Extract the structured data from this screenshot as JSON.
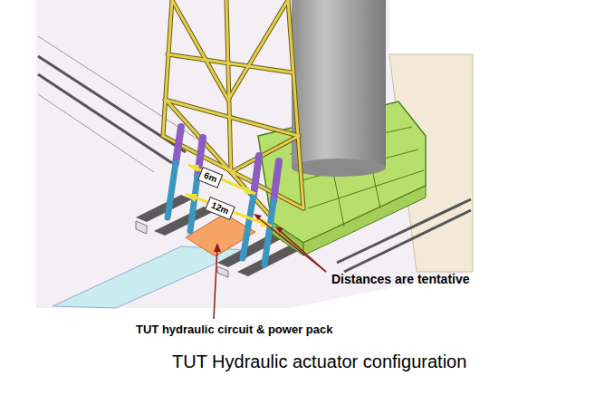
{
  "diagram": {
    "caption": "TUT Hydraulic actuator configuration",
    "labels": [
      "6m",
      "12m",
      "Distances are tentative",
      "TUT hydraulic circuit & power pack"
    ]
  }
}
